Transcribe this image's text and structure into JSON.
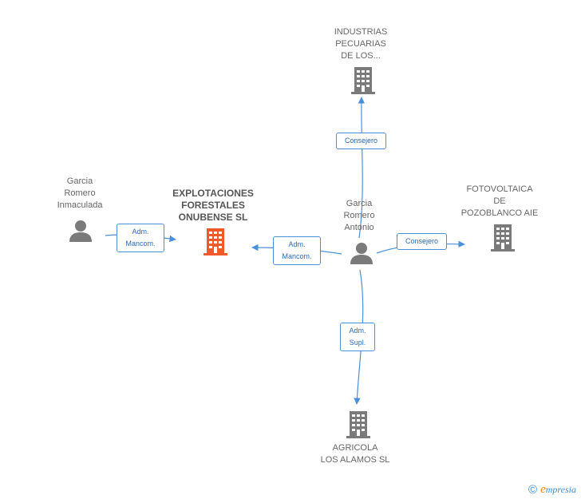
{
  "colors": {
    "edge": "#4a90d9",
    "icon_gray": "#7a7a7a",
    "icon_main": "#f05a28",
    "brand_orange": "#f08a1c",
    "brand_blue": "#3a8fd9"
  },
  "nodes": {
    "industrias": {
      "label": [
        "INDUSTRIAS",
        "PECUARIAS",
        "DE LOS..."
      ],
      "icon": "building-icon"
    },
    "explotaciones": {
      "label": [
        "EXPLOTACIONES",
        "FORESTALES",
        "ONUBENSE SL"
      ],
      "icon": "building-icon"
    },
    "fotovoltaica": {
      "label": [
        "FOTOVOLTAICA",
        "DE",
        "POZOBLANCO AIE"
      ],
      "icon": "building-icon"
    },
    "agricola": {
      "label": [
        "AGRICOLA",
        "LOS ALAMOS SL"
      ],
      "icon": "building-icon"
    },
    "inmaculada": {
      "label": [
        "Garcia",
        "Romero",
        "Inmaculada"
      ],
      "icon": "person-icon"
    },
    "antonio": {
      "label": [
        "Garcia",
        "Romero",
        "Antonio"
      ],
      "icon": "person-icon"
    }
  },
  "edges": {
    "consejero_top": {
      "label": [
        "Consejero"
      ]
    },
    "consejero_right": {
      "label": [
        "Consejero"
      ]
    },
    "adm_mancom_left": {
      "label": [
        "Adm.",
        "Mancom."
      ]
    },
    "adm_mancom_center": {
      "label": [
        "Adm.",
        "Mancom."
      ]
    },
    "adm_supl": {
      "label": [
        "Adm.",
        "Supl."
      ]
    }
  },
  "brand": {
    "copyright": "©",
    "initial": "e",
    "name": "mpresia"
  }
}
